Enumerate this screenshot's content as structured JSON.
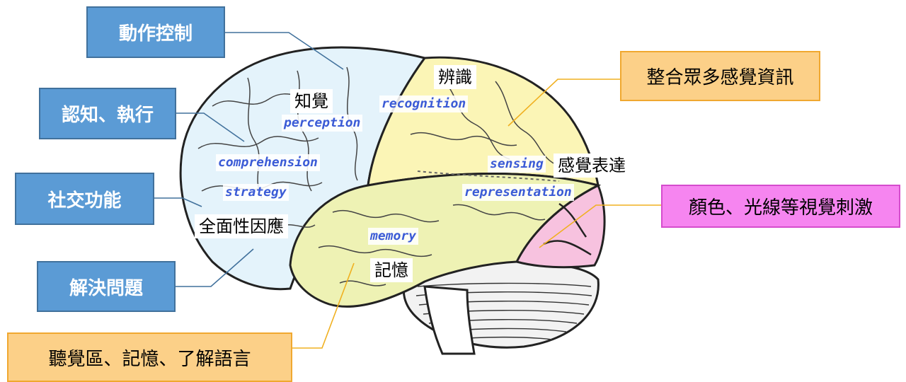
{
  "callouts": {
    "motor_control": "動作控制",
    "cognition_execution": "認知、執行",
    "social_function": "社交功能",
    "problem_solving": "解決問題",
    "integrate_senses": "整合眾多感覺資訊",
    "visual_stimuli": "顏色、光線等視覺刺激",
    "auditory_memory_language": "聽覺區、記憶、了解語言"
  },
  "labels": {
    "recognition_zh": "辨識",
    "recognition_en": "recognition",
    "perception_zh": "知覺",
    "perception_en": "perception",
    "comprehension_en": "comprehension",
    "strategy_en": "strategy",
    "holistic_zh": "全面性因應",
    "sensing_en": "sensing",
    "sensory_expression_zh": "感覺表達",
    "representation_en": "representation",
    "memory_en": "memory",
    "memory_zh": "記憶"
  },
  "colors": {
    "frontal_lobe": "#e4f3fb",
    "parietal_lobe": "#fbf5b6",
    "temporal_lobe": "#eef2b4",
    "occipital_lobe": "#f7c2df",
    "cerebellum": "#f2f2f2",
    "blue_callout": "#5b9bd5",
    "orange_callout": "#fcd088",
    "pink_callout": "#f685f0",
    "english_label": "#3b5bd6"
  }
}
